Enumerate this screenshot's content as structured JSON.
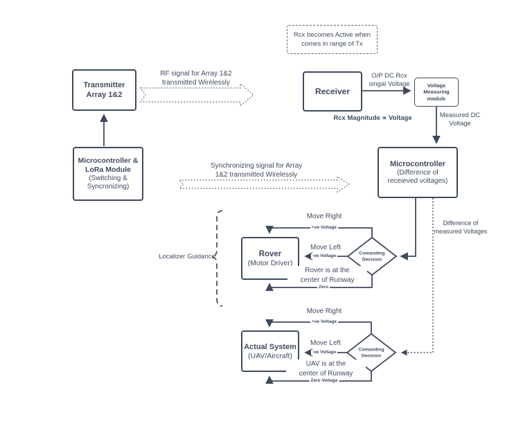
{
  "colors": {
    "ink": "#3e4a5c",
    "background": "#ffffff"
  },
  "note_box": {
    "text": "Rcx becomes Active when\ncomes in range of Tx"
  },
  "boxes": {
    "transmitter": {
      "title": "Transmitter\nArray 1&2"
    },
    "mcu_lora": {
      "title": "Microcontroller &\nLoRa Module",
      "subtitle": "(Switching &\nSyncronizing)"
    },
    "receiver": {
      "title": "Receiver"
    },
    "voltage_module": {
      "title": "Voltage\nMeasuring\nmodule"
    },
    "microcontroller": {
      "title": "Microcontroller",
      "subtitle": "(Difference of\nreceieved voltages)"
    },
    "rover": {
      "title": "Rover",
      "subtitle": "(Motor Driver)"
    },
    "actual_system": {
      "title": "Actual System",
      "subtitle": "(UAV/Aircraft)"
    }
  },
  "diamonds": {
    "rover_decision": "Comanding\nDecision",
    "uav_decision": "Comanding\nDecision"
  },
  "edge_labels": {
    "rf_signal": "RF signal for Array 1&2\ntransmitted Wirelessly",
    "sync_signal": "Synchronizing signal for Array\n1&2 transmitted Wirelessly",
    "op_dc_voltage": "O/P DC Rcx\nsingal Voltage",
    "rcx_magnitude": "Rcx Magnitude ∝ Voltage",
    "measured_dc": "Measured DC\nVoltage",
    "difference_measured": "Difference of\nmeasured Voltages",
    "localizer_guidance": "Localizer  Guidance",
    "rover_loop": {
      "move_right": "Move Right",
      "pos_voltage": "+ve  Voltage",
      "move_left": "Move Left",
      "neg_voltage": "-ve  Voltage",
      "at_center": "Rover is at the\ncenter of Runway",
      "zero_voltage": "Zero"
    },
    "uav_loop": {
      "move_right": "Move Right",
      "pos_voltage": "+ve Voltage",
      "move_left": "Move Left",
      "neg_voltage": "-ve Voltage",
      "at_center": "UAV is at the\ncenter of Runway",
      "zero_voltage": "Zero Voltage"
    }
  }
}
